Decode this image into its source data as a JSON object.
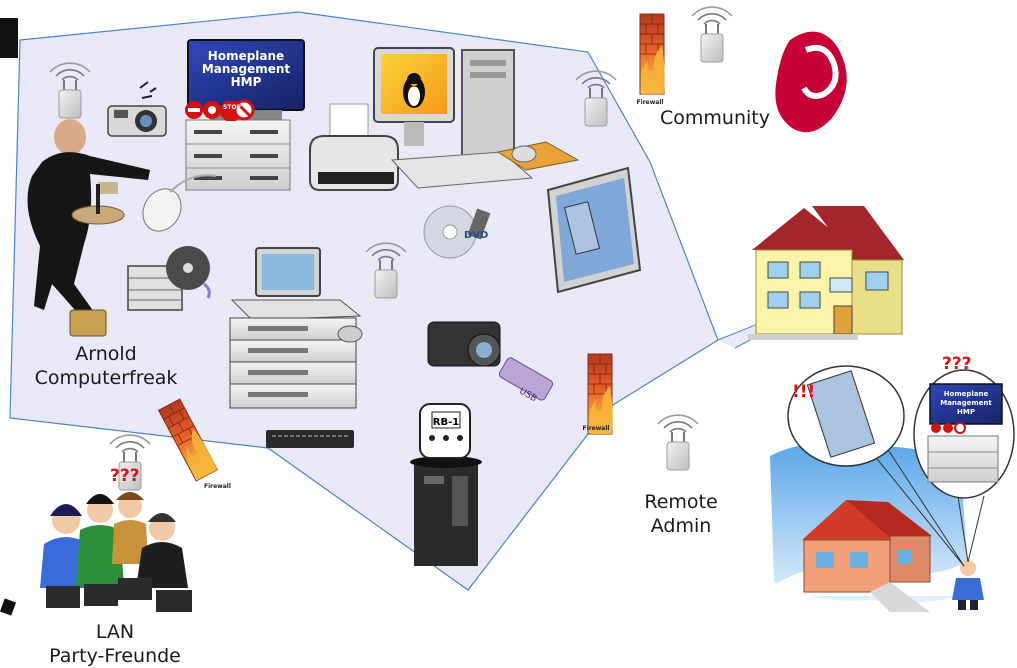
{
  "diagram": {
    "labels": {
      "arnold": [
        "Arnold",
        "Computerfreak"
      ],
      "community": "Community",
      "remote_admin": [
        "Remote",
        "Admin"
      ],
      "lan_party": [
        "LAN",
        "Party-Freunde"
      ]
    },
    "hmp_screen": [
      "Homeplane",
      "Management",
      "HMP"
    ],
    "hmp_screen_small": [
      "Homeplane",
      "Management",
      "HMP"
    ],
    "firewall_label": "Firewall",
    "dvd_label": "DVD",
    "usb_label": "USB",
    "robot_label": "RB-1",
    "stop_sign": "STOP",
    "badges": {
      "lan_question": "???",
      "admin_question": "???",
      "alert": "!!!"
    }
  },
  "colors": {
    "zone_fill": "#e8e8f6",
    "zone_stroke": "#4a86c8",
    "badge": "#d81414",
    "screen": "#1c2f8c",
    "roof": "#a3262a",
    "house_wall": "#fbf4a8"
  },
  "icons": [
    "wifi-access-point-icon",
    "firewall-icon",
    "camera-icon",
    "printer-icon",
    "monitor-icon",
    "server-icon",
    "dvd-icon",
    "usb-stick-icon",
    "robot-icon",
    "network-switch-icon",
    "debian-logo-icon",
    "house-icon",
    "laptop-icon",
    "person-icon"
  ]
}
